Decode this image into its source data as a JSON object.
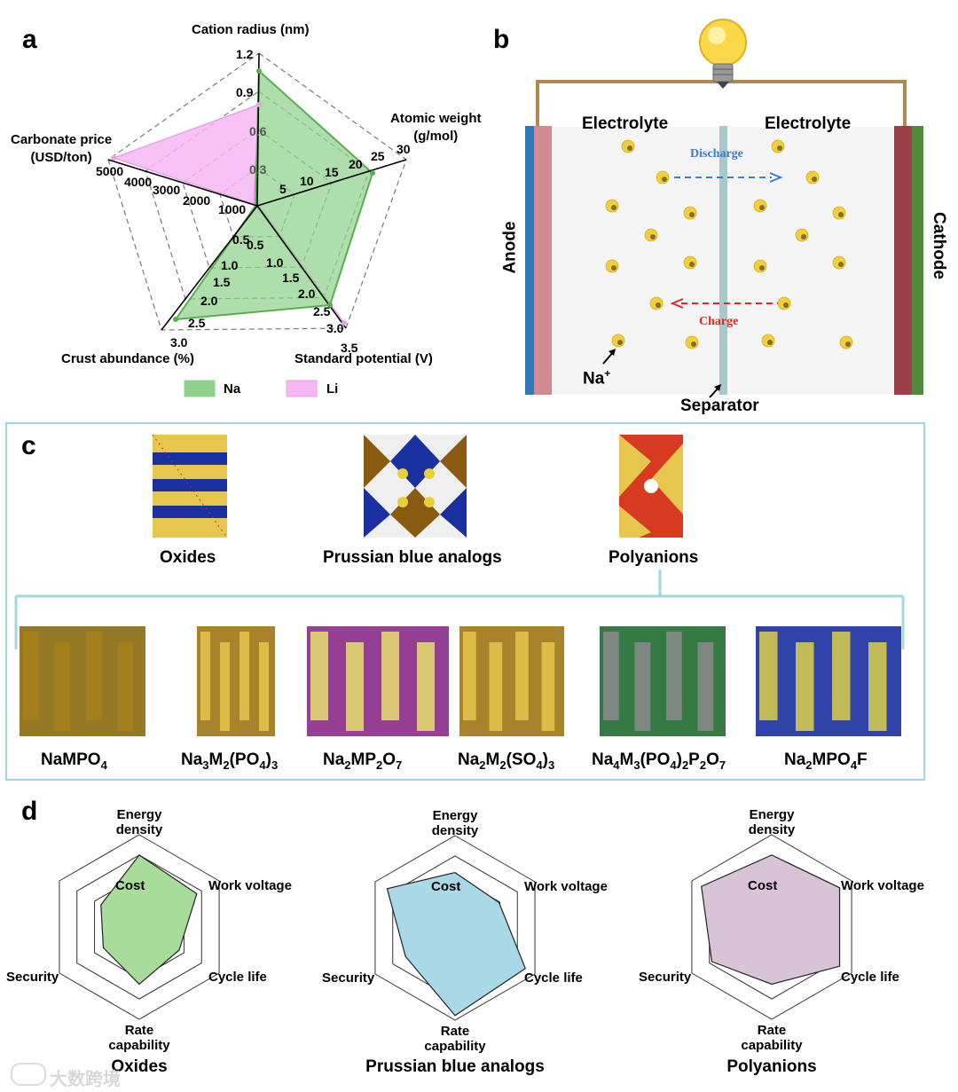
{
  "panels": {
    "a": "a",
    "b": "b",
    "c": "c",
    "d": "d"
  },
  "radar_a": {
    "axes": [
      {
        "name": "Cation radius (nm)",
        "ticks": [
          "0.3",
          "0.6",
          "0.9",
          "1.2"
        ]
      },
      {
        "name": "Atomic weight (g/mol)",
        "ticks": [
          "5",
          "10",
          "15",
          "20",
          "25",
          "30"
        ]
      },
      {
        "name": "Standard potential (V)",
        "ticks": [
          "0.5",
          "1.0",
          "1.5",
          "2.0",
          "2.5",
          "3.0",
          "3.5"
        ]
      },
      {
        "name": "Crust abundance (%)",
        "ticks": [
          "0.5",
          "1.0",
          "1.5",
          "2.0",
          "2.5",
          "3.0"
        ]
      },
      {
        "name": "Carbonate price (USD/ton)",
        "ticks": [
          "1000",
          "2000",
          "3000",
          "4000",
          "5000"
        ]
      }
    ],
    "legend": {
      "na": "Na",
      "li": "Li"
    },
    "colors": {
      "na": "#8fd18b",
      "li": "#f5b6f2",
      "na_line": "#5aae52"
    }
  },
  "cell_b": {
    "electrolyte_left": "Electrolyte",
    "electrolyte_right": "Electrolyte",
    "discharge": "Discharge",
    "charge": "Charge",
    "anode": "Anode",
    "cathode": "Cathode",
    "ion": "Na",
    "ion_sup": "+",
    "separator": "Separator"
  },
  "materials_c": {
    "top": [
      "Oxides",
      "Prussian blue analogs",
      "Polyanions"
    ],
    "polyanions": [
      {
        "main": "NaMPO",
        "sub": "4"
      },
      {
        "main": "Na",
        "sub": "3",
        "main2": "M",
        "sub2": "2",
        "main3": "(PO",
        "sub3": "4",
        "main4": ")",
        "sub4": "3"
      },
      {
        "main": "Na",
        "sub": "2",
        "main2": "MP",
        "sub2": "2",
        "main3": "O",
        "sub3": "7"
      },
      {
        "main": "Na",
        "sub": "2",
        "main2": "M",
        "sub2": "2",
        "main3": "(SO",
        "sub3": "4",
        "main4": ")",
        "sub4": "3"
      },
      {
        "main": "Na",
        "sub": "4",
        "main2": "M",
        "sub2": "3",
        "main3": "(PO",
        "sub3": "4",
        "main4": ")",
        "sub4": "2",
        "main5": "P",
        "sub5": "2",
        "main6": "O",
        "sub6": "7"
      },
      {
        "main": "Na",
        "sub": "2",
        "main2": "MPO",
        "sub2": "4",
        "main3": "F"
      }
    ]
  },
  "radar_d": {
    "axes": [
      "Energy density",
      "Work voltage",
      "Cycle life",
      "Rate capability",
      "Security",
      "Cost"
    ],
    "charts": [
      {
        "title": "Oxides",
        "values": [
          0.78,
          0.72,
          0.5,
          0.62,
          0.45,
          0.48
        ],
        "color": "#a8dc9a"
      },
      {
        "title": "Prussian blue analogs",
        "values": [
          0.6,
          0.55,
          0.88,
          0.95,
          0.62,
          0.85
        ],
        "color": "#a9d9e6"
      },
      {
        "title": "Polyanions",
        "values": [
          0.78,
          0.85,
          0.85,
          0.62,
          0.75,
          0.88
        ],
        "color": "#d9c3d6"
      }
    ]
  },
  "watermark": "大数跨境"
}
